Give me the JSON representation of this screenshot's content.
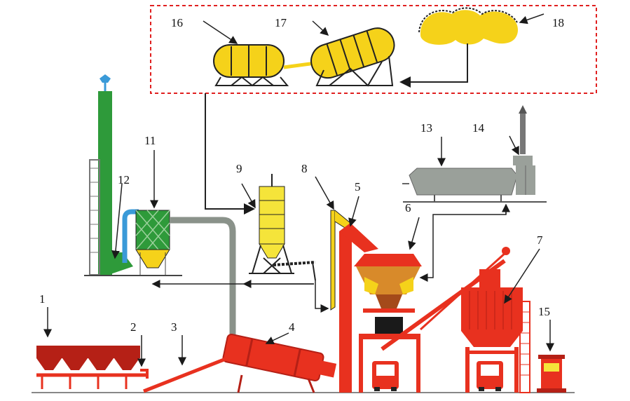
{
  "numbers": [
    "1",
    "2",
    "3",
    "4",
    "5",
    "6",
    "7",
    "8",
    "9",
    "11",
    "12",
    "13",
    "14",
    "15",
    "16",
    "17",
    "18"
  ],
  "colors": {
    "red": "#e8311f",
    "dark_red": "#b52016",
    "yellow": "#f5d21a",
    "green": "#2e9a3a",
    "gray": "#9aa09a",
    "blue": "#3a9ad8",
    "dashed_box": "#e02020",
    "black": "#1a1a1a"
  }
}
